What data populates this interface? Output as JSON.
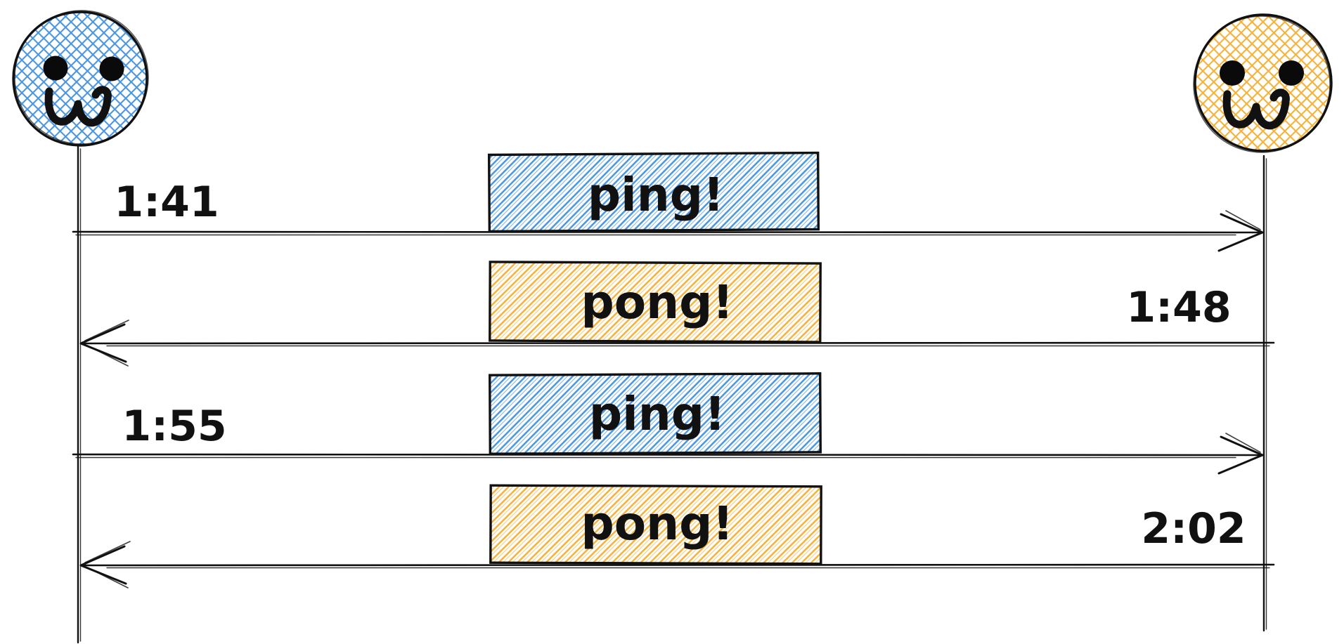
{
  "diagram": {
    "background_color": "#ffffff",
    "ink_color": "#111111",
    "actors": [
      {
        "id": "left",
        "icon": "smiley-face-icon",
        "color": "#4b96e0"
      },
      {
        "id": "right",
        "icon": "smiley-face-icon",
        "color": "#f5b23a"
      }
    ],
    "messages": [
      {
        "label": "ping!",
        "time": "1:41",
        "from": "left",
        "to": "right",
        "fill": "#4b96e0"
      },
      {
        "label": "pong!",
        "time": "1:48",
        "from": "right",
        "to": "left",
        "fill": "#f5b23a"
      },
      {
        "label": "ping!",
        "time": "1:55",
        "from": "left",
        "to": "right",
        "fill": "#4b96e0"
      },
      {
        "label": "pong!",
        "time": "2:02",
        "from": "right",
        "to": "left",
        "fill": "#f5b23a"
      }
    ]
  }
}
